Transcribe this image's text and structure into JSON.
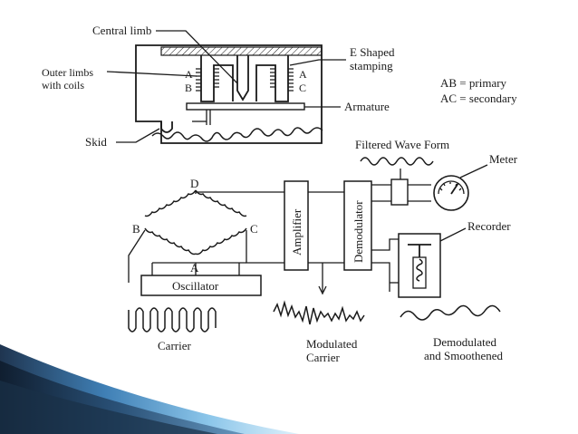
{
  "labels": {
    "central_limb": "Central limb",
    "e_shaped_1": "E Shaped",
    "e_shaped_2": "stamping",
    "outer_limbs_1": "Outer limbs",
    "outer_limbs_2": "with coils",
    "primary": "AB = primary",
    "secondary": "AC = secondary",
    "armature": "Armature",
    "skid": "Skid",
    "coil_a_left": "A",
    "coil_b_left": "B",
    "coil_a_right": "A",
    "coil_c_right": "C",
    "filtered_wave_form": "Filtered Wave Form",
    "meter": "Meter",
    "recorder": "Recorder",
    "amplifier": "Amplifier",
    "demodulator": "Demodulator",
    "oscillator": "Oscillator",
    "bridge_d": "D",
    "bridge_b": "B",
    "bridge_c": "C",
    "bridge_a": "A",
    "carrier": "Carrier",
    "modulated_1": "Modulated",
    "modulated_2": "Carrier",
    "demodulated_1": "Demodulated",
    "demodulated_2": "and Smoothened"
  },
  "colors": {
    "ink": "#1a1a1a",
    "ribbon_dark": "#1f3550",
    "ribbon_mid": "#3f7fb5",
    "ribbon_light": "#9fd0ee"
  }
}
